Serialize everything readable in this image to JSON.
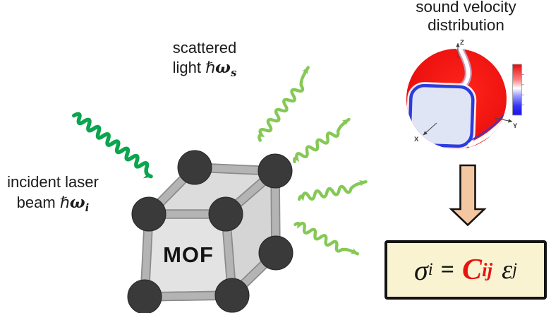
{
  "figure": {
    "labels": {
      "scattered_light": {
        "line1": "scattered",
        "line2_prefix": "light ",
        "hbar": "ℏ",
        "omega": "ω",
        "subscript": "s"
      },
      "incident_laser": {
        "line1": "incident laser",
        "line2_prefix": "beam ",
        "hbar": "ℏ",
        "omega": "ω",
        "subscript": "i"
      },
      "sound_velocity": {
        "line1": "sound velocity",
        "line2": "distribution"
      },
      "mof_label": "MOF"
    },
    "sphere_axes": {
      "x": "X",
      "y": "Y",
      "z": "Z"
    },
    "equation": {
      "sigma": "σ",
      "sigma_sub": "i",
      "equals": "=",
      "stiffness": "C",
      "stiffness_sub": "ij",
      "epsilon": "ε",
      "epsilon_sub": "j"
    },
    "colors": {
      "incident_beam_green": "#0ba54e",
      "scattered_light_green": "#85c955",
      "mof_node_gray": "#3a3a3a",
      "mof_linker_gray": "#b4b4b4",
      "mof_face_gray": "#e3e3e3",
      "sphere_red": "#e8100e",
      "slow_patch_fill": "#dfe5f5",
      "slow_patch_border_blue": "#2b3cdf",
      "down_arrow_peach": "#f4c7a3",
      "equation_box_bg": "#faf3d2",
      "equation_box_border": "#141414",
      "stiffness_red": "#e8140f",
      "colorbar_top_red": "#e30b0b",
      "colorbar_bottom_blue": "#1d12ee"
    }
  }
}
